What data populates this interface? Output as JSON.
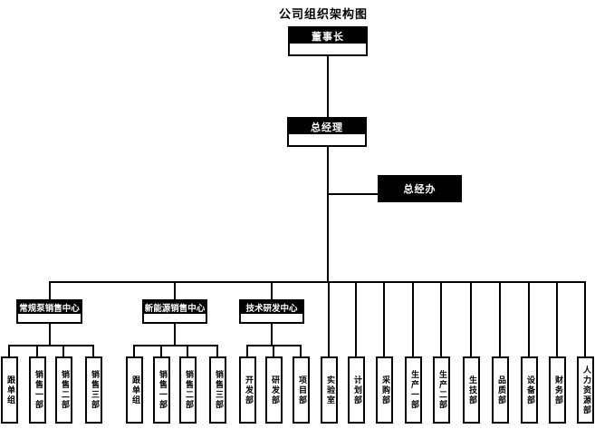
{
  "title": "公司组织架构图",
  "colors": {
    "box_fill": "#000000",
    "box_text": "#ffffff",
    "line": "#000000",
    "background": "#ffffff"
  },
  "org": {
    "chairman": {
      "label": "董事长"
    },
    "general_manager": {
      "label": "总经理"
    },
    "gm_office": {
      "label": "总经办"
    },
    "centers": [
      {
        "label": "常规泵销售中心",
        "children": [
          "跟单组",
          "销售一部",
          "销售二部",
          "销售三部"
        ]
      },
      {
        "label": "新能源销售中心",
        "children": [
          "跟单组",
          "销售一部",
          "销售二部",
          "销售三部"
        ]
      },
      {
        "label": "技术研发中心",
        "children": [
          "开发部",
          "研发部",
          "项目部"
        ]
      }
    ],
    "departments": [
      "实验室",
      "计划部",
      "采购部",
      "生产一部",
      "生产二部",
      "生技部",
      "品质部",
      "设备部",
      "财务部",
      "人力资源部"
    ]
  }
}
